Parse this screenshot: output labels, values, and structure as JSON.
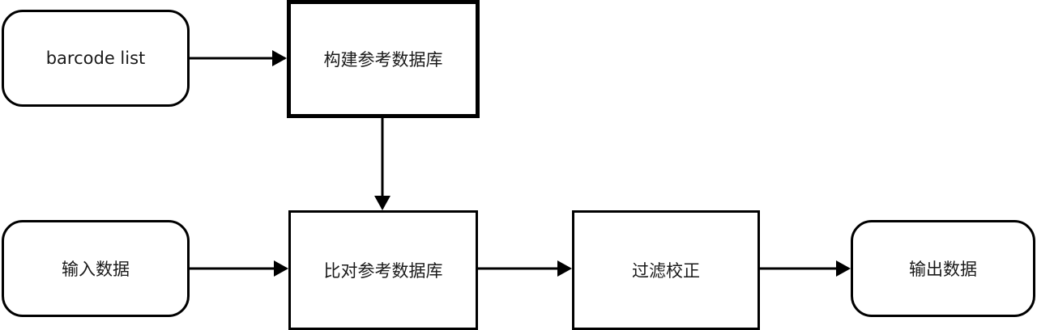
{
  "nodes": {
    "barcode_list": "barcode list",
    "build_ref_db": "构建参考数据库",
    "input_data": "输入数据",
    "align_ref_db": "比对参考数据库",
    "filter_correct": "过滤校正",
    "output_data": "输出数据"
  }
}
